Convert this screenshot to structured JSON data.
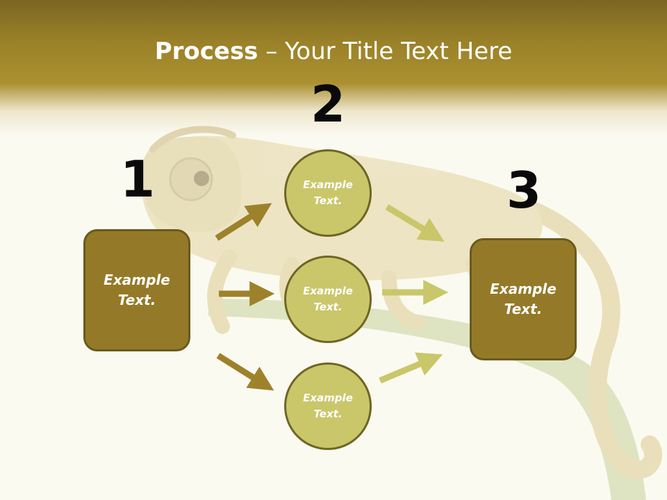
{
  "title": {
    "strong": "Process",
    "rest": " – Your Title Text Here"
  },
  "steps": {
    "one": "1",
    "two": "2",
    "three": "3"
  },
  "left_box": {
    "text": "Example Text."
  },
  "right_box": {
    "text": "Example Text."
  },
  "circles": [
    {
      "text": "Example Text."
    },
    {
      "text": "Example Text."
    },
    {
      "text": "Example Text."
    }
  ],
  "colors": {
    "header_dark": "#7b6523",
    "box_fill": "#947a28",
    "circle_fill": "#c9c76a",
    "arrow_left": "#9d822b",
    "arrow_right": "#c9c76a"
  }
}
